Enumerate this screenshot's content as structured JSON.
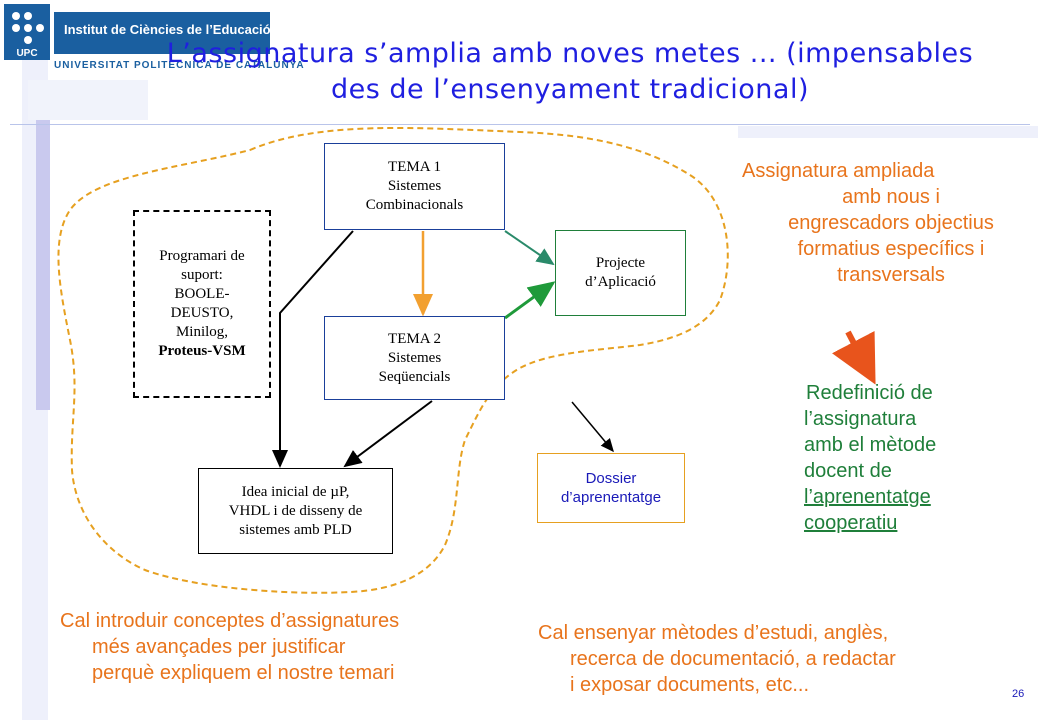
{
  "header": {
    "logo_title": "Institut de Ciències de l’Educació",
    "logo_mark": "UPC",
    "logo_sub": "UNIVERSITAT POLITÈCNICA DE CATALUNYA"
  },
  "slide": {
    "title_line1": "L’assignatura s’amplia amb noves metes ... (impensables",
    "title_line2": "des de l’ensenyament tradicional)",
    "page_number": "26"
  },
  "diagram": {
    "tema1": [
      "TEMA 1",
      "Sistemes",
      "Combinacionals"
    ],
    "tema2": [
      "TEMA 2",
      "Sistemes",
      "Seqüencials"
    ],
    "projecte": [
      "Projecte",
      "d’Aplicació"
    ],
    "programari": [
      "Programari de",
      "suport:",
      "BOOLE-",
      "DEUSTO,",
      "Minilog,",
      "Proteus-VSM"
    ],
    "idea": [
      "Idea inicial de µP,",
      "VHDL i de disseny de",
      "sistemes amb PLD"
    ],
    "dossier": [
      "Dossier",
      "d’aprenentatge"
    ]
  },
  "notes": {
    "right_top": [
      "Assignatura ampliada",
      "amb nous i",
      "engrescadors objectius",
      "formatius específics i",
      "transversals"
    ],
    "redef": [
      "Redefinició de",
      "l’assignatura",
      "amb el mètode",
      "docent de"
    ],
    "redef_link": [
      "l’aprenentatge",
      "cooperatiu"
    ],
    "bottom_left": [
      "Cal introduir conceptes d’assignatures",
      "més avançades per justificar",
      "perquè expliquem el nostre temari"
    ],
    "bottom_right": [
      "Cal ensenyar mètodes d’estudi, anglès,",
      "recerca de documentació, a redactar",
      "i exposar documents, etc..."
    ]
  },
  "colors": {
    "title": "#1f1fe0",
    "orange": "#e8741c",
    "green": "#1f7f3a",
    "blob": "#e6a020",
    "brand": "#1a5fa0"
  }
}
